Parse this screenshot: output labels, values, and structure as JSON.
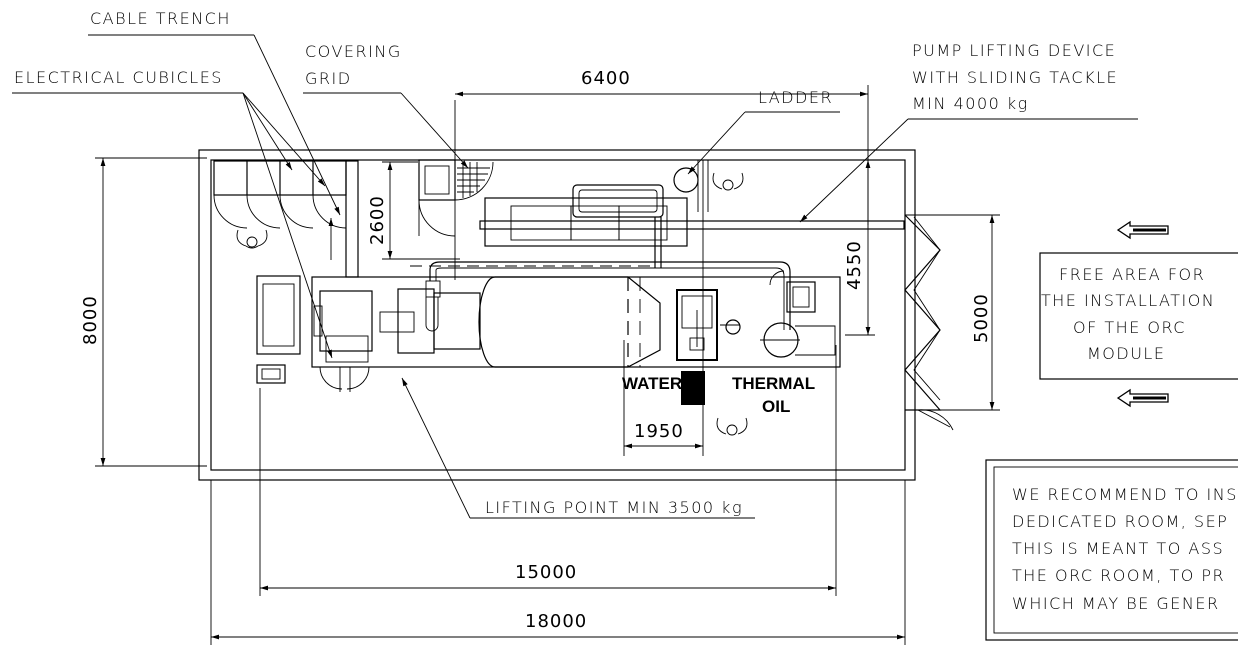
{
  "labels": {
    "cable_trench": "CABLE TRENCH",
    "electrical_cubicles": "ELECTRICAL CUBICLES",
    "covering_line1": "COVERING",
    "covering_line2": "GRID",
    "pump_line1": "PUMP LIFTING DEVICE",
    "pump_line2": "WITH SLIDING TACKLE",
    "pump_line3": "MIN 4000 kg",
    "ladder": "LADDER",
    "lifting_point": "LIFTING POINT MIN 3500 kg",
    "water": "WATER",
    "thermal_line1": "THERMAL",
    "thermal_line2": "OIL"
  },
  "dimensions": {
    "d6400": "6400",
    "d2600": "2600",
    "d4550": "4550",
    "d8000": "8000",
    "d5000": "5000",
    "d1950": "1950",
    "d15000": "15000",
    "d18000": "18000"
  },
  "free_area": {
    "line1": "FREE AREA FOR",
    "line2": "THE INSTALLATION",
    "line3": "OF THE ORC",
    "line4": "MODULE"
  },
  "note": {
    "line1": "WE RECOMMEND TO INS",
    "line2": "DEDICATED ROOM, SEP",
    "line3": "THIS IS MEANT TO ASS",
    "line4": "THE ORC ROOM, TO PR",
    "line5": "WHICH MAY BE GENER"
  }
}
